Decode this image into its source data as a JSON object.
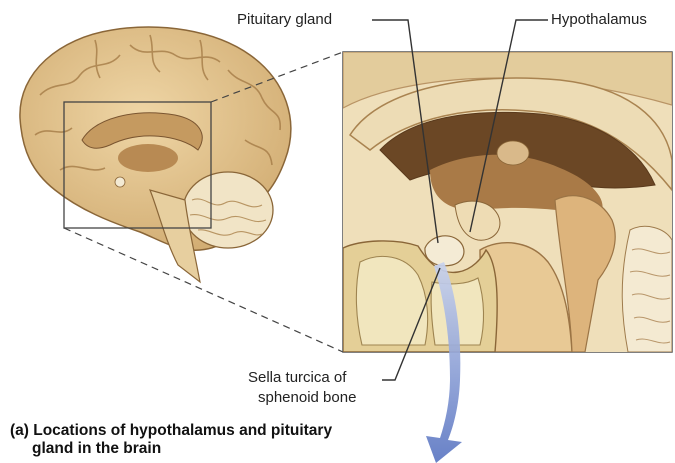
{
  "labels": {
    "pituitary": "Pituitary gland",
    "hypothalamus": "Hypothalamus",
    "sella_line1": "Sella turcica of",
    "sella_line2": "sphenoid bone"
  },
  "caption": {
    "line1": "(a) Locations of hypothalamus and pituitary",
    "line2": "gland in the brain"
  },
  "colors": {
    "brain_cortex": "#e8cc98",
    "brain_dark": "#b58a55",
    "bone": "#efe3b8",
    "arrow": "#6d86c9",
    "leader_line": "#333333"
  }
}
